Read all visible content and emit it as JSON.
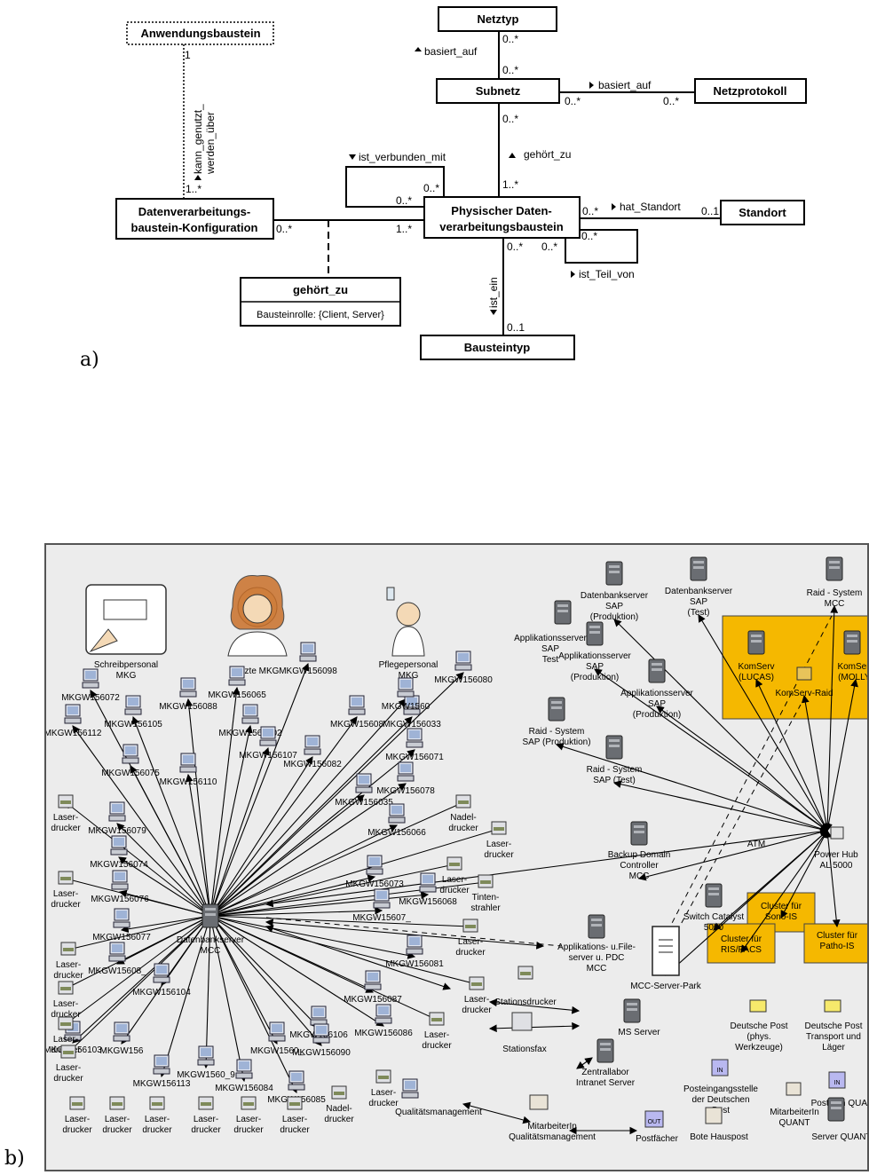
{
  "labels": {
    "a": "a)",
    "b": "b)"
  },
  "uml": {
    "classes": {
      "anwendungsbaustein": "Anwendungsbaustein",
      "netztyp": "Netztyp",
      "subnetz": "Subnetz",
      "netzprotokoll": "Netzprotokoll",
      "datenverarbeitung_l1": "Datenverarbeitungs-",
      "datenverarbeitung_l2": "baustein-Konfiguration",
      "physischer_l1": "Physischer Daten-",
      "physischer_l2": "verarbeitungsbaustein",
      "standort": "Standort",
      "gehoert_zu_class": "gehört_zu",
      "gehoert_zu_attr": "Bausteinrolle: {Client, Server}",
      "bausteintyp": "Bausteintyp"
    },
    "associations": {
      "basiert_auf_1": "basiert_auf",
      "basiert_auf_2": "basiert_auf",
      "kann_genutzt_1": "kann_genutzt_",
      "kann_genutzt_2": "werden_über",
      "ist_verbunden_mit": "ist_verbunden_mit",
      "gehoert_zu": "gehört_zu",
      "hat_standort": "hat_Standort",
      "ist_teil_von": "ist_Teil_von",
      "ist_ein": "ist_ein"
    },
    "multiplicities": {
      "netztyp_down": "0..*",
      "subnetz_up": "0..*",
      "subnetz_right": "0..*",
      "netzprotokoll_left": "0..*",
      "subnetz_down": "0..*",
      "physischer_up": "1..*",
      "anwendung_down": "1",
      "datenv_up": "1..*",
      "datenv_right": "0..*",
      "physischer_left": "1..*",
      "loop_left_a": "0..*",
      "loop_left_b": "0..*",
      "standort_phys": "0..*",
      "standort_side": "0..1",
      "phys_bottom_a": "0..*",
      "phys_bottom_b": "0..*",
      "phys_bottom_c": "0..*",
      "loop_right": "0..*",
      "bausteintyp_top": "0..1"
    }
  },
  "network": {
    "personnel": {
      "schreib_l1": "Schreibpersonal",
      "schreib_l2": "MKG",
      "aerzte": "Ärzte MKG",
      "pflege_l1": "Pflegepersonal",
      "pflege_l2": "MKG"
    },
    "hub": "Datenbankserver",
    "hub2": "MCC",
    "workstations": [
      "MKGW156072",
      "MKGW156105",
      "MKGW156088",
      "MKGW156065",
      "MKGW156098",
      "MKGW156080",
      "MKGW156112",
      "MKGW1560_02",
      "MKGW156107",
      "MKGW15608",
      "MKGW156033",
      "MKGW1560",
      "MKGW156071",
      "MKGW156075",
      "MKGW156110",
      "MKGW156082",
      "MKGW156078",
      "MKGW156079",
      "MKGW156035",
      "MKGW156066",
      "MKGW156074",
      "MKGW156073",
      "MKGW156068",
      "MKGW156076",
      "MKGW15607_",
      "MKGW156077",
      "MKGW156081",
      "MKGW15608_",
      "MKGW156087",
      "MKGW156104",
      "MKGW156106",
      "MKGW156086",
      "MKGW156",
      "MKGW1560_",
      "MKGW156090",
      "MKGW156103",
      "MKGW156113",
      "MKGW1560_9",
      "MKGW156084",
      "MKGW156085"
    ],
    "printers": {
      "laser_l1": "Laser-",
      "laser_l2": "drucker",
      "nadel_l1": "Nadel-",
      "nadel_l2": "drucker",
      "tinten_l1": "Tinten-",
      "tinten_l2": "strahler",
      "stations": "Stationsdrucker",
      "stationsfax": "Stationsfax"
    },
    "servers": {
      "db_sap_prod_l1": "Datenbankserver",
      "db_sap_prod_l2": "SAP",
      "db_sap_prod_l3": "(Produktion)",
      "db_sap_test_l1": "Datenbankserver",
      "db_sap_test_l2": "SAP",
      "db_sap_test_l3": "(Test)",
      "raid_mcc_l1": "Raid - System",
      "raid_mcc_l2": "MCC",
      "app_sap_test_l1": "Applikationsserver",
      "app_sap_test_l2": "SAP",
      "app_sap_test_l3": "Test",
      "app_sap_prod1_l1": "Applikationsserver",
      "app_sap_prod1_l2": "SAP",
      "app_sap_prod1_l3": "(Produktion)",
      "app_sap_prod2_l1": "Applikationsserver",
      "app_sap_prod2_l2": "SAP",
      "app_sap_prod2_l3": "(Produktion)",
      "raid_sap_prod_l1": "Raid - System",
      "raid_sap_prod_l2": "SAP (Produktion)",
      "raid_sap_test_l1": "Raid - System",
      "raid_sap_test_l2": "SAP (Test)",
      "komserv_lucas_l1": "KomServ",
      "komserv_lucas_l2": "(LUCAS)",
      "komserv_molly_l1": "KomServ",
      "komserv_molly_l2": "(MOLLY)",
      "komserv_raid": "KomServ-Raid",
      "backup_l1": "Backup Domain",
      "backup_l2": "Controller",
      "backup_l3": "MCC",
      "switch_l1": "Switch Catalyst",
      "switch_l2": "5000",
      "app_file_l1": "Applikations- u.File-",
      "app_file_l2": "server u. PDC",
      "app_file_l3": "MCC",
      "server_park": "MCC-Server-Park",
      "hub_l1": "Power Hub",
      "hub_l2": "AL 5000",
      "atm": "ATM",
      "cluster_sono_l1": "Cluster für",
      "cluster_sono_l2": "Sono-IS",
      "cluster_ris_l1": "Cluster für",
      "cluster_ris_l2": "RIS/PACS",
      "cluster_patho_l1": "Cluster für",
      "cluster_patho_l2": "Patho-IS",
      "ms_server": "MS Server",
      "zentrallabor_l1": "Zentrallabor",
      "zentrallabor_l2": "Intranet Server",
      "qm": "Qualitätsmanagement"
    },
    "post": {
      "dp_phys_l1": "Deutsche Post",
      "dp_phys_l2": "(phys.",
      "dp_phys_l3": "Werkzeuge)",
      "dp_transport_l1": "Deutsche Post",
      "dp_transport_l2": "Transport und",
      "dp_transport_l3": "Läger",
      "eingang_l1": "Posteingangsstelle",
      "eingang_l2": "der Deutschen",
      "eingang_l3": "Post",
      "postfach_quant": "Postfach QUANT",
      "mit_quant_l1": "MitarbeiterIn",
      "mit_quant_l2": "QUANT",
      "server_quant": "Server QUANT",
      "mit_qm_l1": "MitarbeiterIn",
      "mit_qm_l2": "Qualitätsmanagement",
      "postfaecher": "Postfächer",
      "bote": "Bote Hauspost",
      "in_label": "IN",
      "out_label": "OUT"
    }
  }
}
